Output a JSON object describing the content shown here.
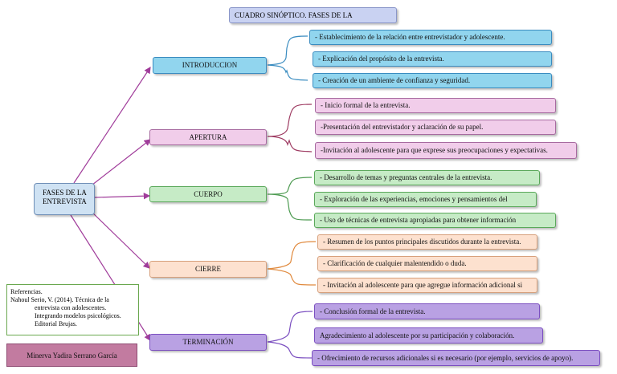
{
  "title": "CUADRO SINÓPTICO. FASES DE LA",
  "root": "FASES DE LA\nENTREVISTA",
  "colors": {
    "intro": "#91d5ee",
    "apertura": "#f1cdea",
    "cuerpo": "#c6ebc6",
    "cierre": "#fde1cf",
    "terminacion": "#b9a1e3"
  },
  "phases": [
    {
      "name": "INTRODUCCION",
      "items": [
        "- Establecimiento de la relación entre entrevistador y adolescente.",
        "- Explicación del propósito de la entrevista.",
        "- Creación de un ambiente de confianza y seguridad."
      ]
    },
    {
      "name": "APERTURA",
      "items": [
        "- Inicio formal de la entrevista.",
        "-Presentación del entrevistador y aclaración de su papel.",
        "-Invitación al adolescente para que exprese sus preocupaciones y expectativas."
      ]
    },
    {
      "name": "CUERPO",
      "items": [
        "- Desarrollo de temas y preguntas centrales de la entrevista.",
        "- Exploración de las experiencias, emociones y pensamientos del",
        "- Uso de técnicas de entrevista apropiadas para obtener información"
      ]
    },
    {
      "name": "CIERRE",
      "items": [
        "- Resumen de los puntos principales discutidos durante la entrevista.",
        "- Clarificación de cualquier malentendido o duda.",
        "- Invitación al adolescente para que agregue información adicional si"
      ]
    },
    {
      "name": "TERMINACIÓN",
      "items": [
        "- Conclusión formal de la entrevista.",
        "Agradecimiento al adolescente por su participación y colaboración.",
        "- Ofrecimiento de recursos adicionales si es necesario (por ejemplo, servicios de apoyo)."
      ]
    }
  ],
  "references": {
    "heading": "Referencias.",
    "line1": "Nahoul Serio, V. (2014). Técnica de la",
    "line2": "entrevista con adolescentes.",
    "line3": "Integrando modelos psicológicos.",
    "line4": "Editorial Brujas."
  },
  "author": "Minerva Yadira Serrano García"
}
